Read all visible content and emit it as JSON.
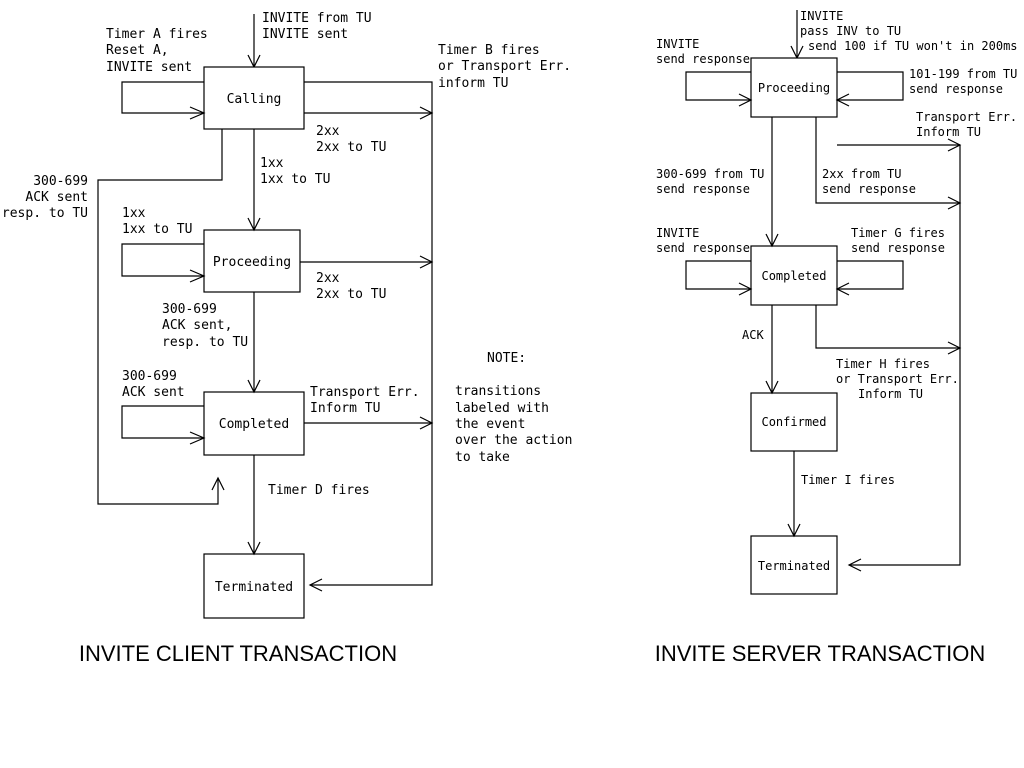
{
  "client": {
    "title": "INVITE CLIENT TRANSACTION",
    "states": {
      "calling": "Calling",
      "proceeding": "Proceeding",
      "completed": "Completed",
      "terminated": "Terminated"
    },
    "labels": {
      "invite_from_tu_1": "INVITE from TU",
      "invite_from_tu_2": "INVITE sent",
      "timer_a_1": "Timer A fires",
      "timer_a_2": "Reset A,",
      "timer_a_3": "INVITE sent",
      "timer_b_1": "Timer B fires",
      "timer_b_2": "or Transport Err.",
      "timer_b_3": "inform TU",
      "calling_2xx_1": "2xx",
      "calling_2xx_2": "2xx to TU",
      "calling_1xx_1": "1xx",
      "calling_1xx_2": "1xx to TU",
      "calling_300_1": "300-699",
      "calling_300_2": "ACK sent",
      "calling_300_3": "resp. to TU",
      "proc_1xx_1": "1xx",
      "proc_1xx_2": "1xx to TU",
      "proc_2xx_1": "2xx",
      "proc_2xx_2": "2xx to TU",
      "proc_300_1": "300-699",
      "proc_300_2": "ACK sent,",
      "proc_300_3": "resp. to TU",
      "comp_300_1": "300-699",
      "comp_300_2": "ACK sent",
      "comp_transport_1": "Transport Err.",
      "comp_transport_2": "Inform TU",
      "timer_d": "Timer D fires"
    },
    "note": [
      "NOTE:",
      "transitions",
      "labeled with",
      "the event",
      "over the action",
      "to take"
    ]
  },
  "server": {
    "title": "INVITE SERVER TRANSACTION",
    "states": {
      "proceeding": "Proceeding",
      "completed": "Completed",
      "confirmed": "Confirmed",
      "terminated": "Terminated"
    },
    "labels": {
      "invite_1": "INVITE",
      "invite_2": "pass INV to TU",
      "invite_3": "send 100 if TU won't in 200ms",
      "proc_invite_1": "INVITE",
      "proc_invite_2": "send response",
      "proc_101_1": "101-199 from TU",
      "proc_101_2": "send response",
      "proc_transport_1": "Transport Err.",
      "proc_transport_2": "Inform TU",
      "proc_300_1": "300-699 from TU",
      "proc_300_2": "send response",
      "proc_2xx_1": "2xx from TU",
      "proc_2xx_2": "send response",
      "comp_invite_1": "INVITE",
      "comp_invite_2": "send response",
      "timer_g_1": "Timer G fires",
      "timer_g_2": "send response",
      "ack": "ACK",
      "timer_h_1": "Timer H fires",
      "timer_h_2": "or Transport Err.",
      "timer_h_3": "Inform TU",
      "timer_i": "Timer I fires"
    }
  }
}
